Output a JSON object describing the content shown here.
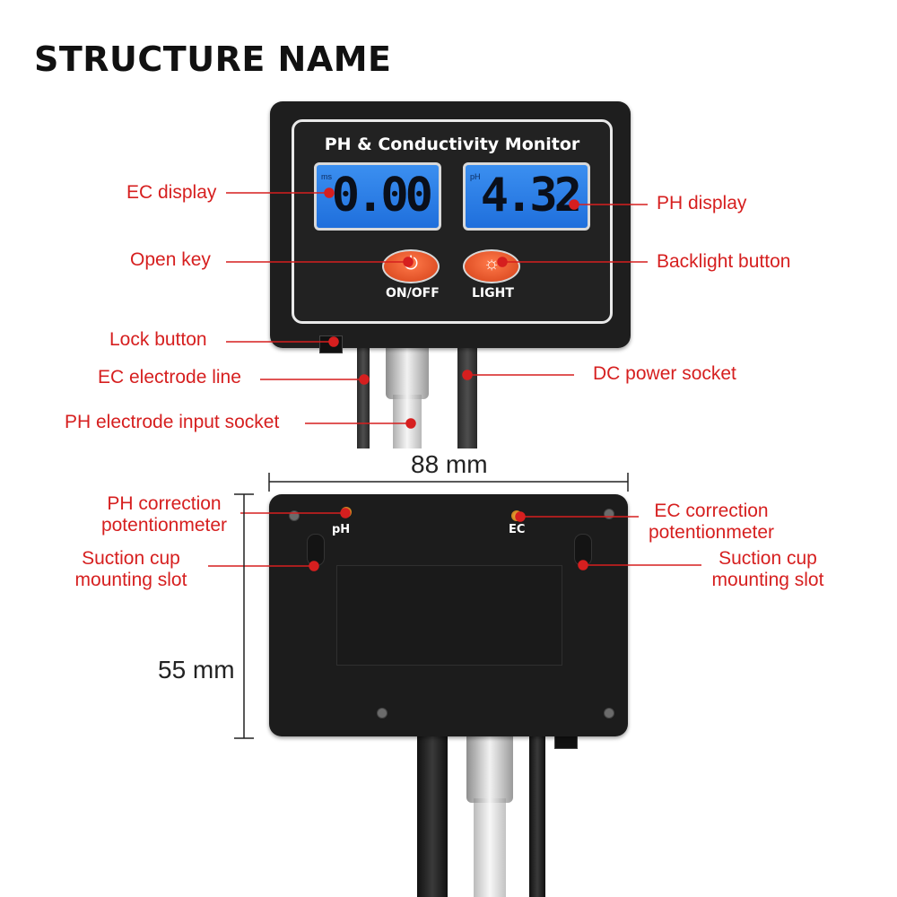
{
  "title": "STRUCTURE NAME",
  "device": {
    "panel_title": "PH & Conductivity Monitor",
    "ec_unit": "ms",
    "ec_value": "0.00",
    "ph_unit": "pH",
    "ph_value": "4.32",
    "onoff_label": "ON/OFF",
    "light_label": "LIGHT",
    "ph_pot_label": "pH",
    "ec_pot_label": "EC"
  },
  "callouts": {
    "ec_display": "EC display",
    "ph_display": "PH display",
    "open_key": "Open key",
    "backlight_button": "Backlight button",
    "lock_button": "Lock button",
    "ec_electrode_line": "EC electrode line",
    "dc_power_socket": "DC power socket",
    "ph_electrode_socket": "PH electrode input socket",
    "ph_correction_1": "PH correction",
    "ph_correction_2": "potentionmeter",
    "ec_correction_1": "EC correction",
    "ec_correction_2": "potentionmeter",
    "suction_left_1": "Suction cup",
    "suction_left_2": "mounting slot",
    "suction_right_1": "Suction cup",
    "suction_right_2": "mounting slot"
  },
  "dimensions": {
    "width": "88 mm",
    "height": "55 mm"
  },
  "colors": {
    "callout": "#d61f1f",
    "lcd": "#2a7de8",
    "key": "#e8532a"
  }
}
